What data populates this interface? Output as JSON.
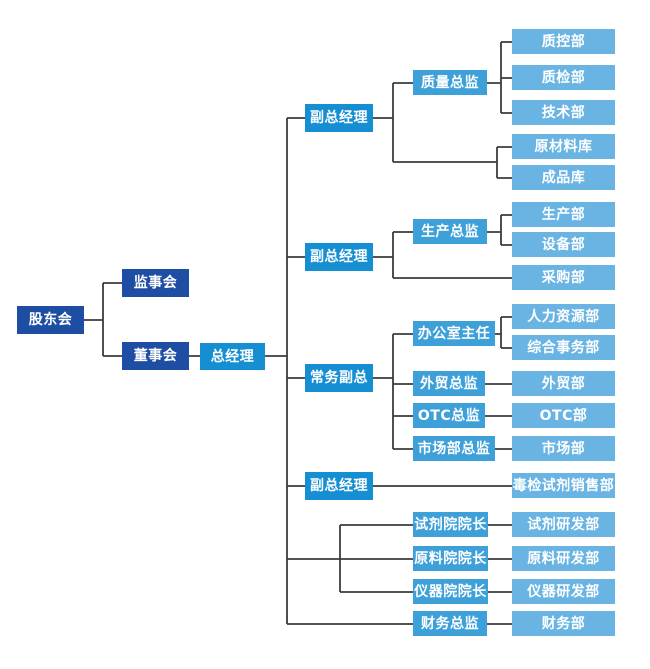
{
  "palette": {
    "tier1": "#1e4da4",
    "tier2": "#168fd2",
    "tier3": "#3da0d8",
    "leaf": "#69b4e3",
    "line": "#3c3c3c",
    "background": "#ffffff"
  },
  "nodes": {
    "shareholders": "股东会",
    "supervisory_board": "监事会",
    "board_of_directors": "董事会",
    "general_manager": "总经理",
    "deputy_gm_quality": "副总经理",
    "deputy_gm_production": "副总经理",
    "executive_deputy_gm": "常务副总",
    "deputy_gm_sales": "副总经理",
    "quality_director": "质量总监",
    "production_director": "生产总监",
    "office_director": "办公室主任",
    "trade_director": "外贸总监",
    "otc_director": "OTC总监",
    "market_director": "市场部总监",
    "reagent_institute_dean": "试剂院院长",
    "material_institute_dean": "原料院院长",
    "instrument_institute_dean": "仪器院院长",
    "finance_director": "财务总监",
    "qc_dept": "质控部",
    "inspection_dept": "质检部",
    "tech_dept": "技术部",
    "raw_material_warehouse": "原材料库",
    "finished_goods_warehouse": "成品库",
    "production_dept": "生产部",
    "equipment_dept": "设备部",
    "purchasing_dept": "采购部",
    "hr_dept": "人力资源部",
    "general_affairs_dept": "综合事务部",
    "trade_dept": "外贸部",
    "otc_dept": "OTC部",
    "market_dept": "市场部",
    "toxicology_reagent_sales_dept": "毒检试剂销售部",
    "reagent_rd_dept": "试剂研发部",
    "material_rd_dept": "原料研发部",
    "instrument_rd_dept": "仪器研发部",
    "finance_dept": "财务部"
  },
  "edges": [
    [
      "shareholders",
      "supervisory_board"
    ],
    [
      "shareholders",
      "board_of_directors"
    ],
    [
      "board_of_directors",
      "general_manager"
    ],
    [
      "general_manager",
      "deputy_gm_quality"
    ],
    [
      "general_manager",
      "deputy_gm_production"
    ],
    [
      "general_manager",
      "executive_deputy_gm"
    ],
    [
      "general_manager",
      "deputy_gm_sales"
    ],
    [
      "general_manager",
      "reagent_institute_dean"
    ],
    [
      "general_manager",
      "material_institute_dean"
    ],
    [
      "general_manager",
      "instrument_institute_dean"
    ],
    [
      "general_manager",
      "finance_director"
    ],
    [
      "deputy_gm_quality",
      "quality_director"
    ],
    [
      "deputy_gm_quality",
      "raw_material_warehouse"
    ],
    [
      "deputy_gm_quality",
      "finished_goods_warehouse"
    ],
    [
      "quality_director",
      "qc_dept"
    ],
    [
      "quality_director",
      "inspection_dept"
    ],
    [
      "quality_director",
      "tech_dept"
    ],
    [
      "deputy_gm_production",
      "production_director"
    ],
    [
      "deputy_gm_production",
      "purchasing_dept"
    ],
    [
      "production_director",
      "production_dept"
    ],
    [
      "production_director",
      "equipment_dept"
    ],
    [
      "executive_deputy_gm",
      "office_director"
    ],
    [
      "executive_deputy_gm",
      "trade_director"
    ],
    [
      "executive_deputy_gm",
      "otc_director"
    ],
    [
      "executive_deputy_gm",
      "market_director"
    ],
    [
      "office_director",
      "hr_dept"
    ],
    [
      "office_director",
      "general_affairs_dept"
    ],
    [
      "trade_director",
      "trade_dept"
    ],
    [
      "otc_director",
      "otc_dept"
    ],
    [
      "market_director",
      "market_dept"
    ],
    [
      "deputy_gm_sales",
      "toxicology_reagent_sales_dept"
    ],
    [
      "reagent_institute_dean",
      "reagent_rd_dept"
    ],
    [
      "material_institute_dean",
      "material_rd_dept"
    ],
    [
      "instrument_institute_dean",
      "instrument_rd_dept"
    ],
    [
      "finance_director",
      "finance_dept"
    ]
  ]
}
